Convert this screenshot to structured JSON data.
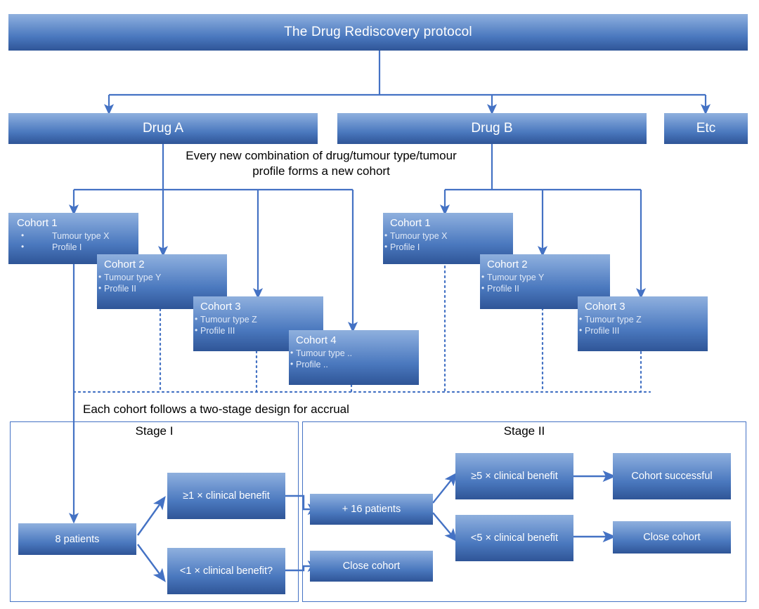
{
  "diagram": {
    "title": "The Drug Rediscovery protocol",
    "colors": {
      "box_gradient_top": "#8fb0dd",
      "box_gradient_bottom": "#2f5597",
      "connector": "#4472c4",
      "text_on_box": "#ffffff",
      "background": "#ffffff"
    },
    "drugs": [
      {
        "label": "Drug A"
      },
      {
        "label": "Drug B"
      },
      {
        "label": "Etc"
      }
    ],
    "note_cohort": "Every new combination of drug/tumour type/tumour profile forms a new cohort",
    "note_twostage": "Each cohort follows a two-stage design for accrual",
    "drug_a_cohorts": [
      {
        "title": "Cohort 1",
        "bullets": [
          "Tumour type X",
          "Profile I"
        ]
      },
      {
        "title": "Cohort 2",
        "bullets": [
          "Tumour type Y",
          "Profile II"
        ]
      },
      {
        "title": "Cohort 3",
        "bullets": [
          "Tumour type Z",
          "Profile III"
        ]
      },
      {
        "title": "Cohort 4",
        "bullets": [
          "Tumour type ..",
          "Profile .."
        ]
      }
    ],
    "drug_b_cohorts": [
      {
        "title": "Cohort 1",
        "bullets": [
          "Tumour type X",
          "Profile I"
        ]
      },
      {
        "title": "Cohort 2",
        "bullets": [
          "Tumour type Y",
          "Profile II"
        ]
      },
      {
        "title": "Cohort 3",
        "bullets": [
          "Tumour type Z",
          "Profile III"
        ]
      }
    ],
    "stage1": {
      "label": "Stage I",
      "start": "8 patients",
      "branch_yes": "≥1 × clinical benefit",
      "branch_no": "<1 × clinical benefit?"
    },
    "stage2": {
      "label": "Stage II",
      "entry": "+ 16 patients",
      "close_from_stage1": "Close cohort",
      "branch_yes": "≥5 × clinical benefit",
      "branch_no": "<5 × clinical benefit",
      "outcome_success": "Cohort successful",
      "outcome_close": "Close cohort"
    }
  }
}
